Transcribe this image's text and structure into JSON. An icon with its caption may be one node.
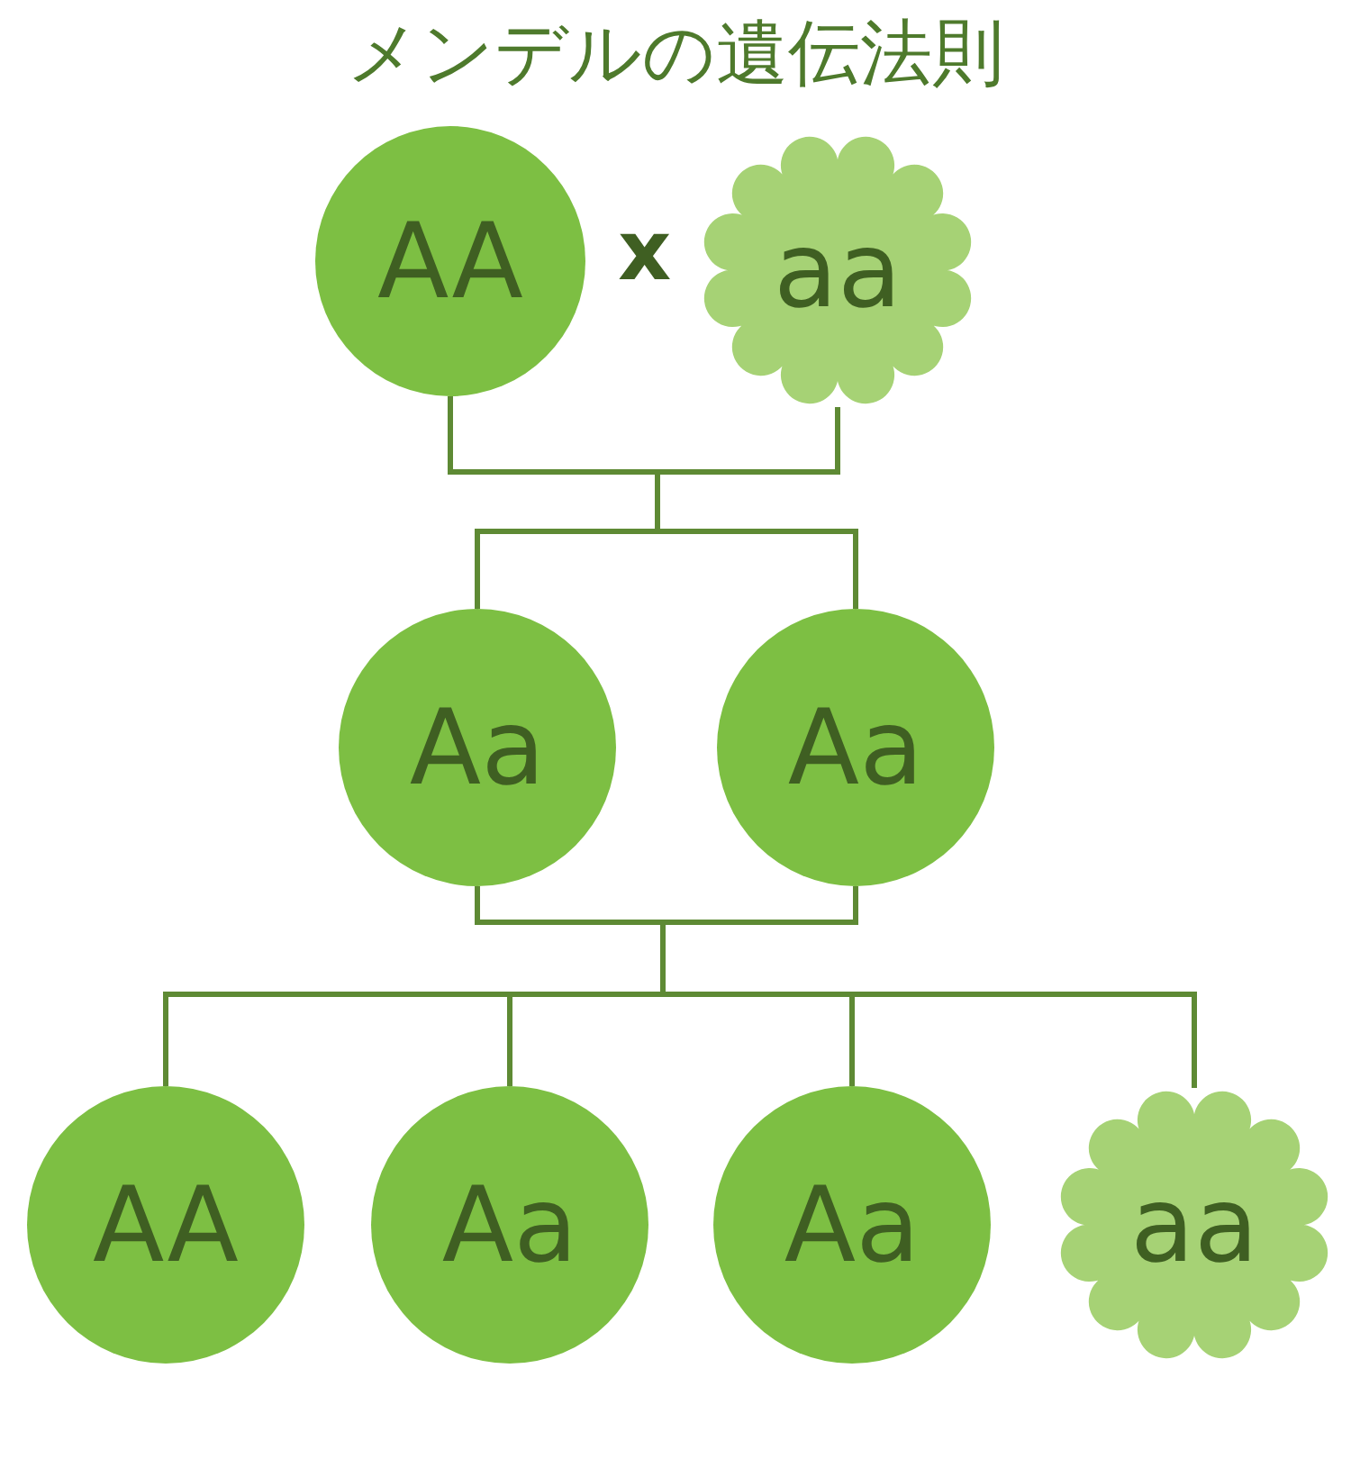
{
  "diagram": {
    "title": "メンデルの遺伝法則",
    "nodes": [
      {
        "text": [
          "AA"
        ]
      },
      {
        "text": [
          "aa"
        ]
      },
      {
        "text": [
          "Aa"
        ]
      },
      {
        "text": [
          "Aa"
        ]
      },
      {
        "text": [
          "AA"
        ]
      },
      {
        "text": [
          "Aa"
        ]
      },
      {
        "text": [
          "Aa"
        ]
      },
      {
        "text": [
          "aa"
        ]
      }
    ],
    "edges": [
      {
        "from": 0,
        "to": 2,
        "arrow": "none"
      },
      {
        "from": 0,
        "to": 3,
        "arrow": "none"
      },
      {
        "from": 1,
        "to": 2,
        "arrow": "none"
      },
      {
        "from": 1,
        "to": 3,
        "arrow": "none"
      },
      {
        "from": 2,
        "to": 4,
        "arrow": "none"
      },
      {
        "from": 2,
        "to": 5,
        "arrow": "none"
      },
      {
        "from": 2,
        "to": 6,
        "arrow": "none"
      },
      {
        "from": 2,
        "to": 7,
        "arrow": "none"
      },
      {
        "from": 3,
        "to": 4,
        "arrow": "none"
      },
      {
        "from": 3,
        "to": 5,
        "arrow": "none"
      },
      {
        "from": 3,
        "to": 6,
        "arrow": "none"
      },
      {
        "from": 3,
        "to": 7,
        "arrow": "none"
      }
    ],
    "labels": [
      "x"
    ]
  }
}
